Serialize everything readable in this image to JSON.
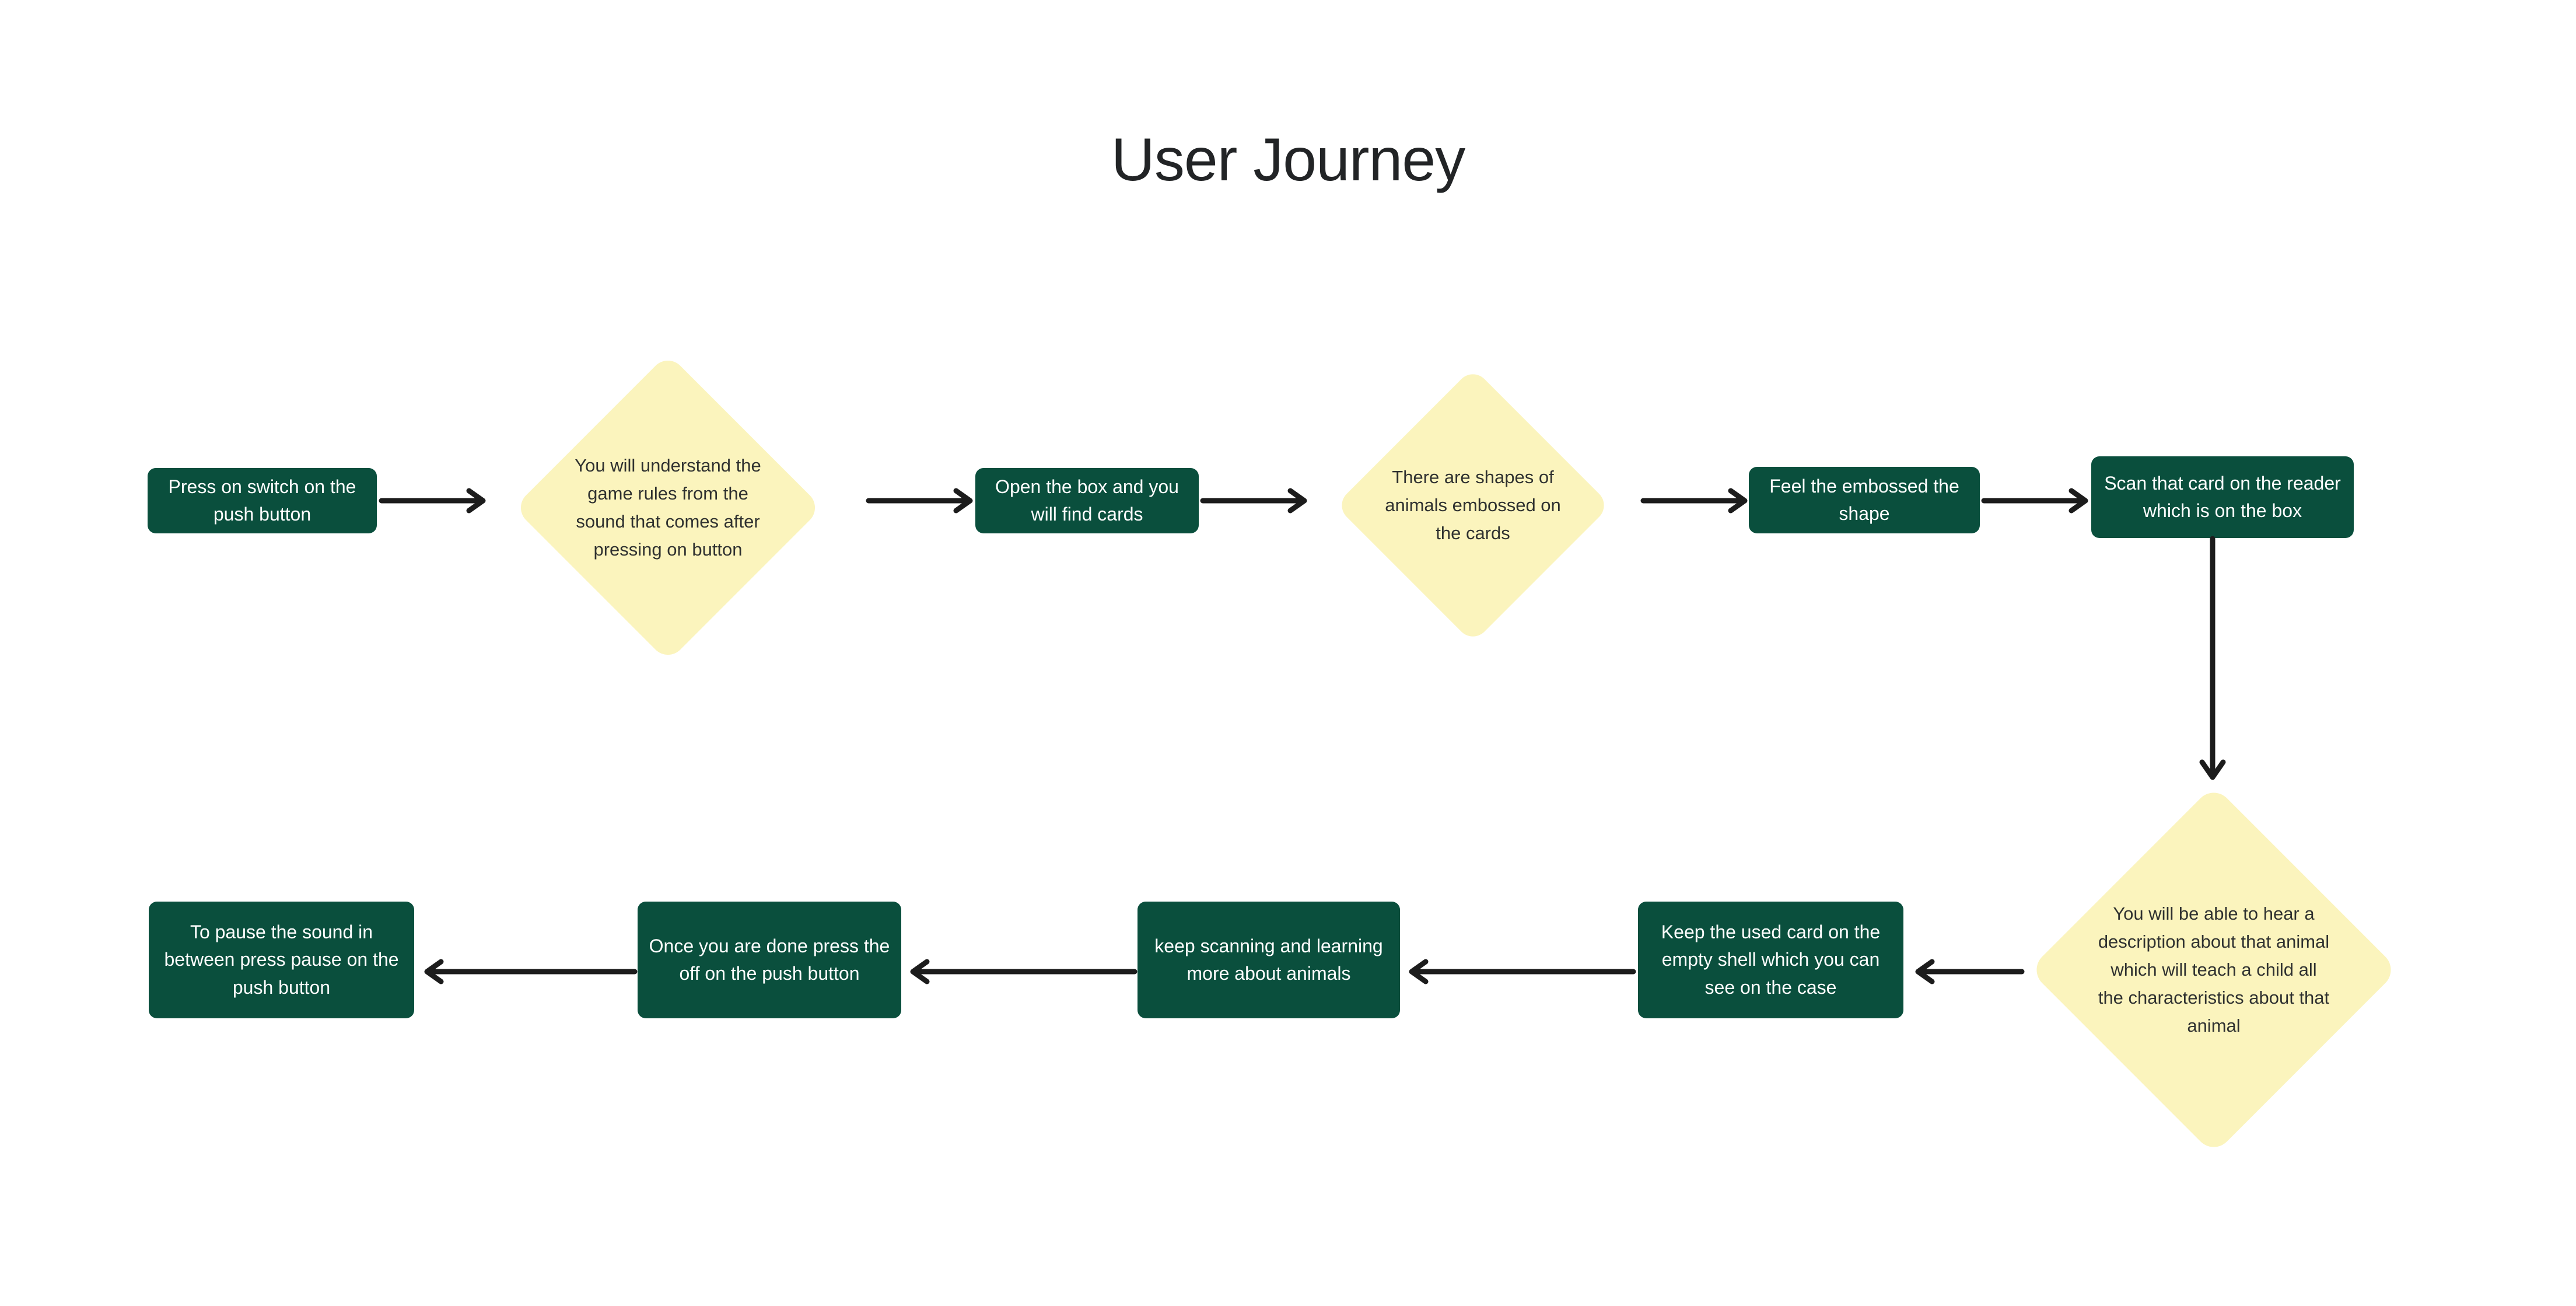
{
  "page": {
    "title": "User Journey",
    "background_color": "#ffffff",
    "title_color": "#222426"
  },
  "theme": {
    "process_fill": "#0a4f3d",
    "process_text": "#ffffff",
    "decision_fill": "#fbf4bd",
    "decision_text": "#2f3130",
    "arrow_color": "#1c1c1c"
  },
  "flow": {
    "nodes": [
      {
        "id": "n1",
        "type": "process",
        "label": "Press on switch on the push button"
      },
      {
        "id": "n2",
        "type": "decision",
        "label": "You will understand the game rules from the sound that comes after pressing on button"
      },
      {
        "id": "n3",
        "type": "process",
        "label": "Open the box and you will find cards"
      },
      {
        "id": "n4",
        "type": "decision",
        "label": "There are shapes of animals embossed on the cards"
      },
      {
        "id": "n5",
        "type": "process",
        "label": "Feel the embossed the shape"
      },
      {
        "id": "n6",
        "type": "process",
        "label": "Scan that card on the reader which is on the box"
      },
      {
        "id": "n7",
        "type": "decision",
        "label": "You will be able to hear a description about that animal which will teach a child all the characteristics about that animal"
      },
      {
        "id": "n8",
        "type": "process",
        "label": "Keep the used card on the empty shell which you can see on the case"
      },
      {
        "id": "n9",
        "type": "process",
        "label": "keep scanning and learning more about animals"
      },
      {
        "id": "n10",
        "type": "process",
        "label": "Once you are done press the off on the push button"
      },
      {
        "id": "n11",
        "type": "process",
        "label": "To pause the sound in between press pause on the push button"
      }
    ],
    "edges": [
      {
        "from": "n1",
        "to": "n2",
        "direction": "right"
      },
      {
        "from": "n2",
        "to": "n3",
        "direction": "right"
      },
      {
        "from": "n3",
        "to": "n4",
        "direction": "right"
      },
      {
        "from": "n4",
        "to": "n5",
        "direction": "right"
      },
      {
        "from": "n5",
        "to": "n6",
        "direction": "right"
      },
      {
        "from": "n6",
        "to": "n7",
        "direction": "down"
      },
      {
        "from": "n7",
        "to": "n8",
        "direction": "left"
      },
      {
        "from": "n8",
        "to": "n9",
        "direction": "left"
      },
      {
        "from": "n9",
        "to": "n10",
        "direction": "left"
      },
      {
        "from": "n10",
        "to": "n11",
        "direction": "left"
      }
    ]
  }
}
